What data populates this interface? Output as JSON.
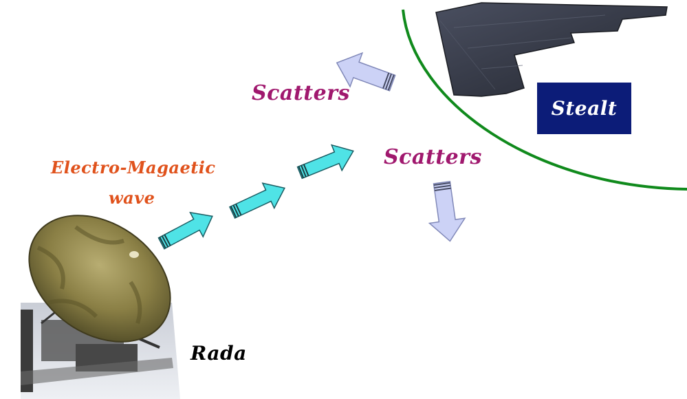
{
  "labels": {
    "scatters_top": "Scatters",
    "scatters_right": "Scatters",
    "em_wave_line1": "Electro-Magaetic",
    "em_wave_line2": "wave",
    "radar": "Rada",
    "stealth": "Stealt"
  },
  "colors": {
    "scatter_text": "#a0186e",
    "em_wave_text": "#e0521c",
    "radar_text": "#000000",
    "stealth_box": "#0c1c78",
    "stealth_text": "#ffffff",
    "incident_arrow_fill": "#4fe3e6",
    "scatter_arrow_fill": "#ccd2f6",
    "wavefront_arc": "#108a1c"
  },
  "icons": {
    "radar": "radar-dish-icon",
    "aircraft": "stealth-bomber-icon"
  }
}
